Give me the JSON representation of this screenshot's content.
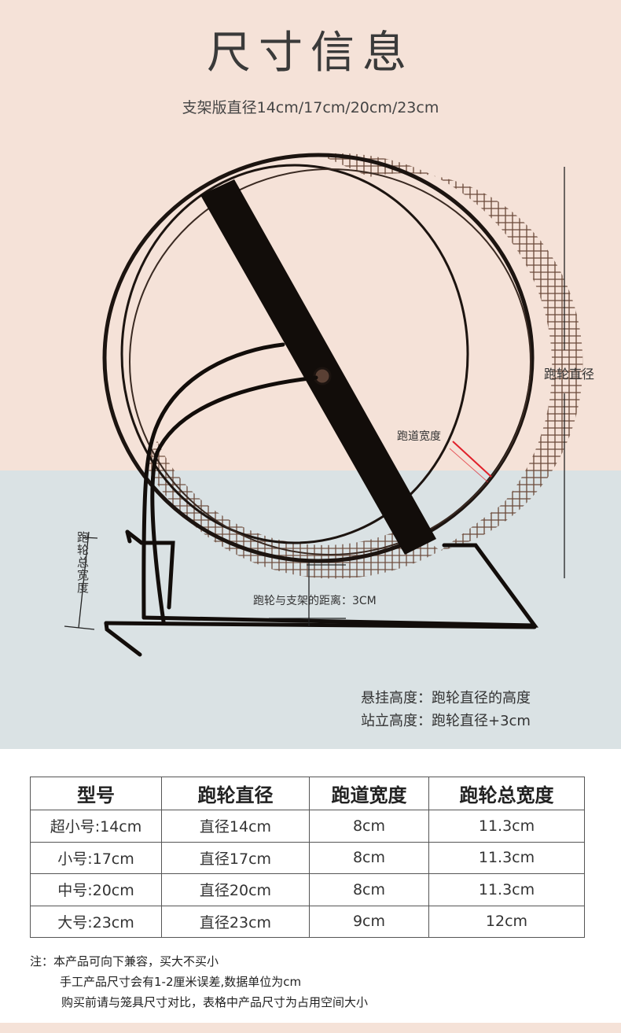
{
  "header": {
    "title": "尺寸信息",
    "subtitle": "支架版直径14cm/17cm/20cm/23cm"
  },
  "diagram_labels": {
    "wheel_diameter": "跑轮直径",
    "track_width": "跑道宽度",
    "total_width": "跑轮总宽度",
    "gap_to_stand": "跑轮与支架的距离：3CM"
  },
  "hero_notes": {
    "hang_height": "悬挂高度：跑轮直径的高度",
    "stand_height": "站立高度：跑轮直径+3cm"
  },
  "size_table": {
    "headers": [
      "型号",
      "跑轮直径",
      "跑道宽度",
      "跑轮总宽度"
    ],
    "rows": [
      [
        "超小号:14cm",
        "直径14cm",
        "8cm",
        "11.3cm"
      ],
      [
        "小号:17cm",
        "直径17cm",
        "8cm",
        "11.3cm"
      ],
      [
        "中号:20cm",
        "直径20cm",
        "8cm",
        "11.3cm"
      ],
      [
        "大号:23cm",
        "直径23cm",
        "9cm",
        "12cm"
      ]
    ]
  },
  "footer_notes": {
    "line1": "注：本产品可向下兼容，买大不买小",
    "line2": "手工产品尺寸会有1-2厘米误差,数据单位为cm",
    "line3": "购买前请与笼具尺寸对比，表格中产品尺寸为占用空间大小"
  },
  "colors": {
    "peach_bg": "#f5e2d8",
    "blue_bg": "#dae2e4",
    "wheel_metal": "#1c1410",
    "mesh_copper": "#6b4a3a",
    "track_marker": "#e0202a"
  }
}
